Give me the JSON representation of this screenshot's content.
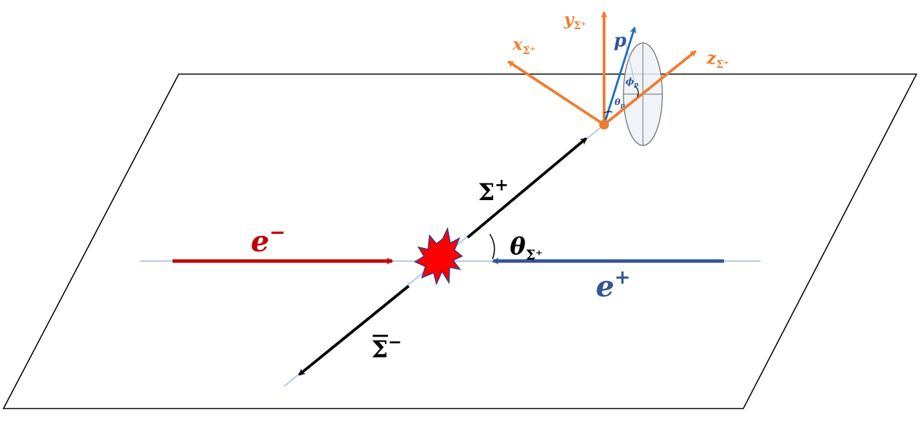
{
  "labels": {
    "electron": "e",
    "electron_charge": "−",
    "positron": "e",
    "positron_charge": "+",
    "sigma_plus": "Σ",
    "sigma_plus_charge": "+",
    "sigma_bar_minus": "Σ",
    "sigma_bar_minus_charge": "−",
    "theta_sigma": "θ",
    "theta_sigma_sub": "Σ⁺",
    "x_axis": "x",
    "x_axis_sub": "Σ⁺",
    "y_axis": "y",
    "y_axis_sub": "Σ⁺",
    "z_axis": "z",
    "z_axis_sub": "Σ⁺",
    "proton": "p",
    "phi_p": "ϕ",
    "phi_p_sub": "p",
    "theta_p": "θ",
    "theta_p_sub": "p"
  },
  "colors": {
    "electron": "#c00000",
    "positron": "#2f5597",
    "axes": "#ed7d31",
    "proton": "#1f6fb8",
    "beamline": "#b4c7e7",
    "collision_fill": "#ff0000",
    "collision_stroke": "#2f3d8f",
    "plane": "#000000",
    "ellipse_fill": "#edf2f7",
    "ellipse_stroke": "#7f7f7f"
  }
}
